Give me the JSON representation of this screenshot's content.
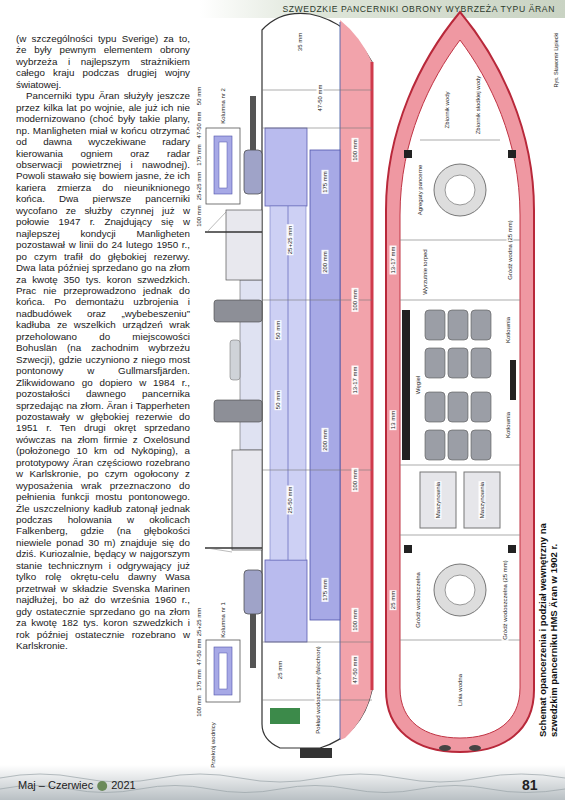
{
  "diagram": {
    "title": "SZWEDZKIE PANCERNIKI OBRONY WYBRZEŻA TYPU ÄRAN",
    "caption": "Schemat opancerzenia i podział wewnętrzny na szwedzkim pancerniku HMS Äran w 1902 r.",
    "labels": [
      "(w szczególności typu Sverige) za to, że były pewnym elementem obrony wybrzeża i najlepszym strażnikiem całego kraju podczas drugiej wojny światowej.",
      "Pancerniki typu Äran służyły jeszcze przez kilka lat po wojnie, ale już ich nie modernizowano (choć były takie plany, np. Manligheten miał w końcu otrzymać od dawna wyczekiwane radary kierowania ogniem oraz radar obserwacji powietrznej i nawodnej). Powoli stawało się bowiem jasne, że ich kariera zmierza do nieuniknionego końca. Dwa pierwsze pancerniki wycofano ze służby czynnej już w połowie 1947 r. Znajdujący się w najlepszej kondycji Manligheten pozostawał w linii do 24 lutego 1950 r., po czym trafił do głębokiej rezerwy. Dwa lata później sprzedano go na złom za kwotę 350 tys. koron szwedzkich. Prac nie przeprowadzono jednak do końca. Po demontażu uzbrojenia i nadbudówek oraz „wybebeszeniu” kadłuba ze wszelkich urządzeń wrak przeholowano do miejscowości Bohuslän (na zachodnim wybrzeżu Szwecji), gdzie uczyniono z niego most pontonowy w Gullmarsfjärden. Zlikwidowano go dopiero w 1984 r., pozostałości dawnego pancernika sprzedając na złom. Äran i Tapperheten pozostawały w głębokiej rezerwie do 1951 r. Ten drugi okręt sprzedano wówczas na złom firmie z Oxelösund (położonego 10 km od Nyköping), a prototypowy Äran częściowo rozebrano w Karlskronie, po czym ogołocony z wyposażenia wrak przeznaczono do pełnienia funkcji mostu pontonowego. Źle uszczelniony kadłub zatonął jednak podczas holowania w okolicach Falkenberg, gdzie (na głębokości niewiele ponad 30 m) znajduje się do dziś. Kuriozalnie, będący w najgorszym stanie technicznym i odgrywający już tylko rolę okrętu-celu dawny Wasa przetrwał w składzie Svenska Marinen najdłużej, bo aż do września 1960 r., gdy ostatecznie sprzedano go na złom za kwotę 182 tys. koron szwedzkich i rok później ostatecznie rozebrano w Karlskronie.",
      "Maj – Czerwiec",
      "2021",
      "81",
      "Rys. Sławomir Lipiecki",
      "Kolumna nr 2",
      "47-50 mm",
      "175 mm",
      "25+25 mm",
      "100 mm",
      "50 mm",
      "35 mm",
      "47-50 mm",
      "100 mm",
      "175 mm",
      "25+25 mm",
      "50 mm",
      "200 mm",
      "100 mm",
      "50 mm",
      "13-17 mm",
      "200 mm",
      "100 mm",
      "25-50 mm",
      "175 mm",
      "100 mm",
      "25 mm",
      "47-50 mm",
      "Kolumna nr 1",
      "47-50 mm",
      "175 mm",
      "100 mm",
      "25+25 mm",
      "Przekrój wodnicy",
      "Pokład wodoszczelny (falochron)",
      "Zbiornik wody",
      "Zbiornik słodkiej wody",
      "Agregaty pancerne",
      "Wyrzutnie torped",
      "Gródź wodna (25 mm)",
      "13-17 mm",
      "Węgiel",
      "Kotłownia",
      "Kotłownia",
      "Maszynownia",
      "Maszynownia",
      "Gródź wodoszczelna",
      "Gródź wodoszczelna (25 mm)",
      "25 mm",
      "13 mm",
      "Linia wodna"
    ]
  }
}
